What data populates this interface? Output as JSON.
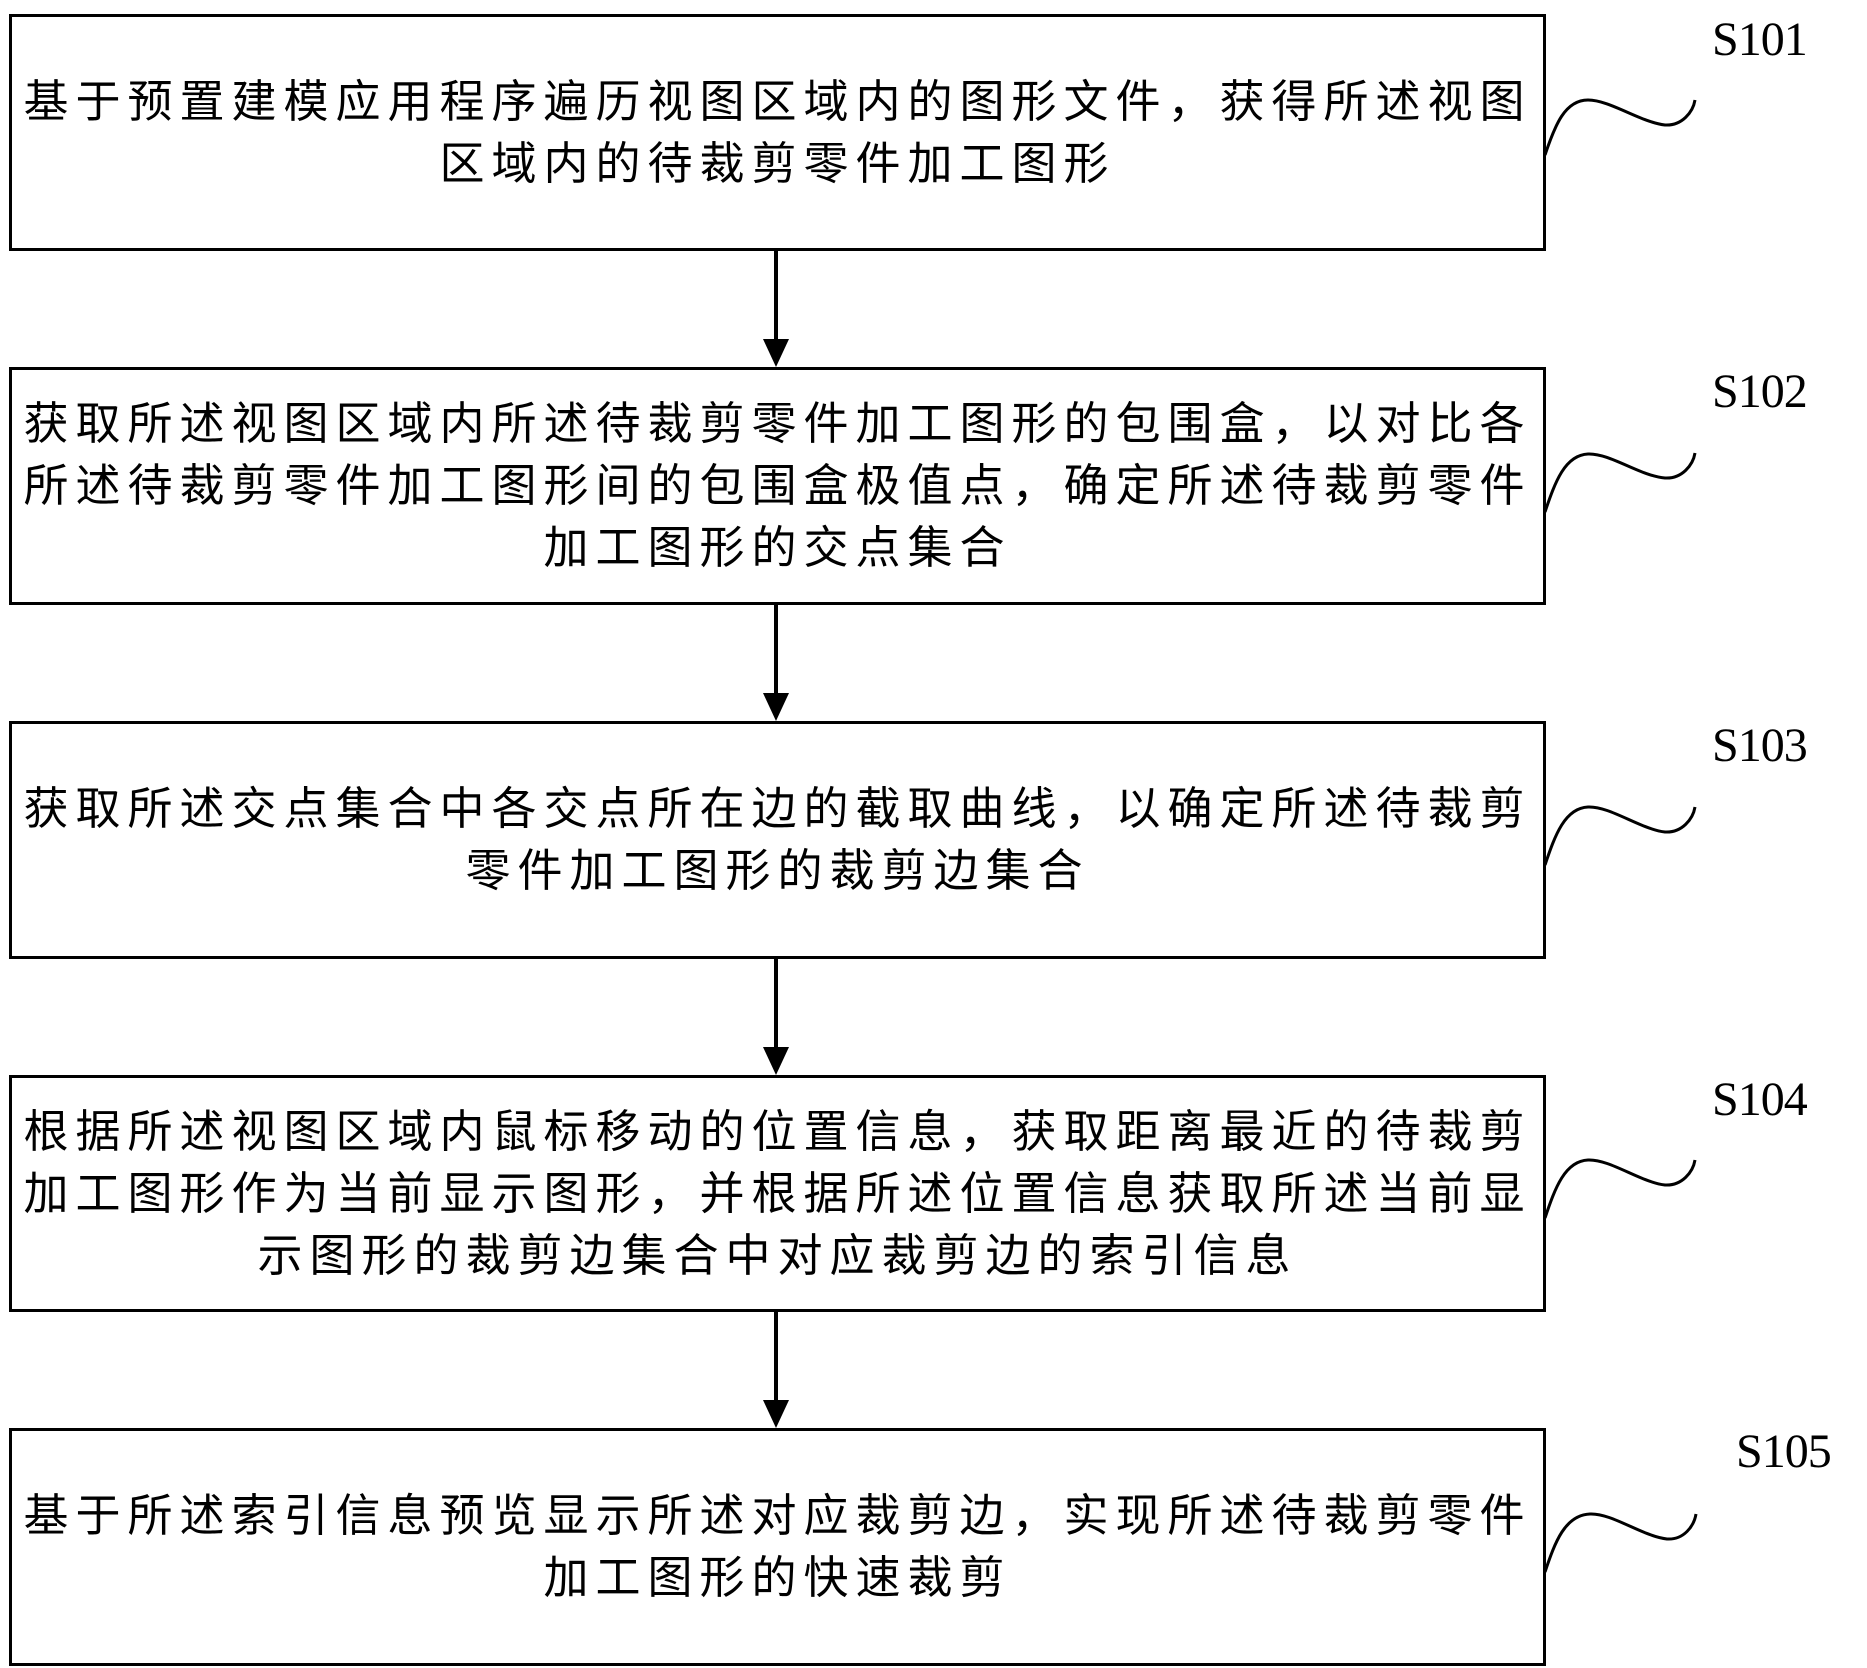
{
  "flowchart": {
    "steps": [
      {
        "id": "S101",
        "label": "S101",
        "text": "基于预置建模应用程序遍历视图区域内的图形文件，获得所述视图区域内的待裁剪零件加工图形"
      },
      {
        "id": "S102",
        "label": "S102",
        "text": "获取所述视图区域内所述待裁剪零件加工图形的包围盒，以对比各所述待裁剪零件加工图形间的包围盒极值点，确定所述待裁剪零件加工图形的交点集合"
      },
      {
        "id": "S103",
        "label": "S103",
        "text": "获取所述交点集合中各交点所在边的截取曲线，以确定所述待裁剪零件加工图形的裁剪边集合"
      },
      {
        "id": "S104",
        "label": "S104",
        "text": "根据所述视图区域内鼠标移动的位置信息，获取距离最近的待裁剪加工图形作为当前显示图形，并根据所述位置信息获取所述当前显示图形的裁剪边集合中对应裁剪边的索引信息"
      },
      {
        "id": "S105",
        "label": "S105",
        "text": "基于所述索引信息预览显示所述对应裁剪边，实现所述待裁剪零件加工图形的快速裁剪"
      }
    ],
    "connectors": [
      {
        "from": "S101",
        "to": "S102",
        "type": "arrow"
      },
      {
        "from": "S102",
        "to": "S103",
        "type": "arrow"
      },
      {
        "from": "S103",
        "to": "S104",
        "type": "arrow"
      },
      {
        "from": "S104",
        "to": "S105",
        "type": "arrow"
      }
    ],
    "colors": {
      "stroke": "#000000",
      "background": "#ffffff"
    }
  }
}
